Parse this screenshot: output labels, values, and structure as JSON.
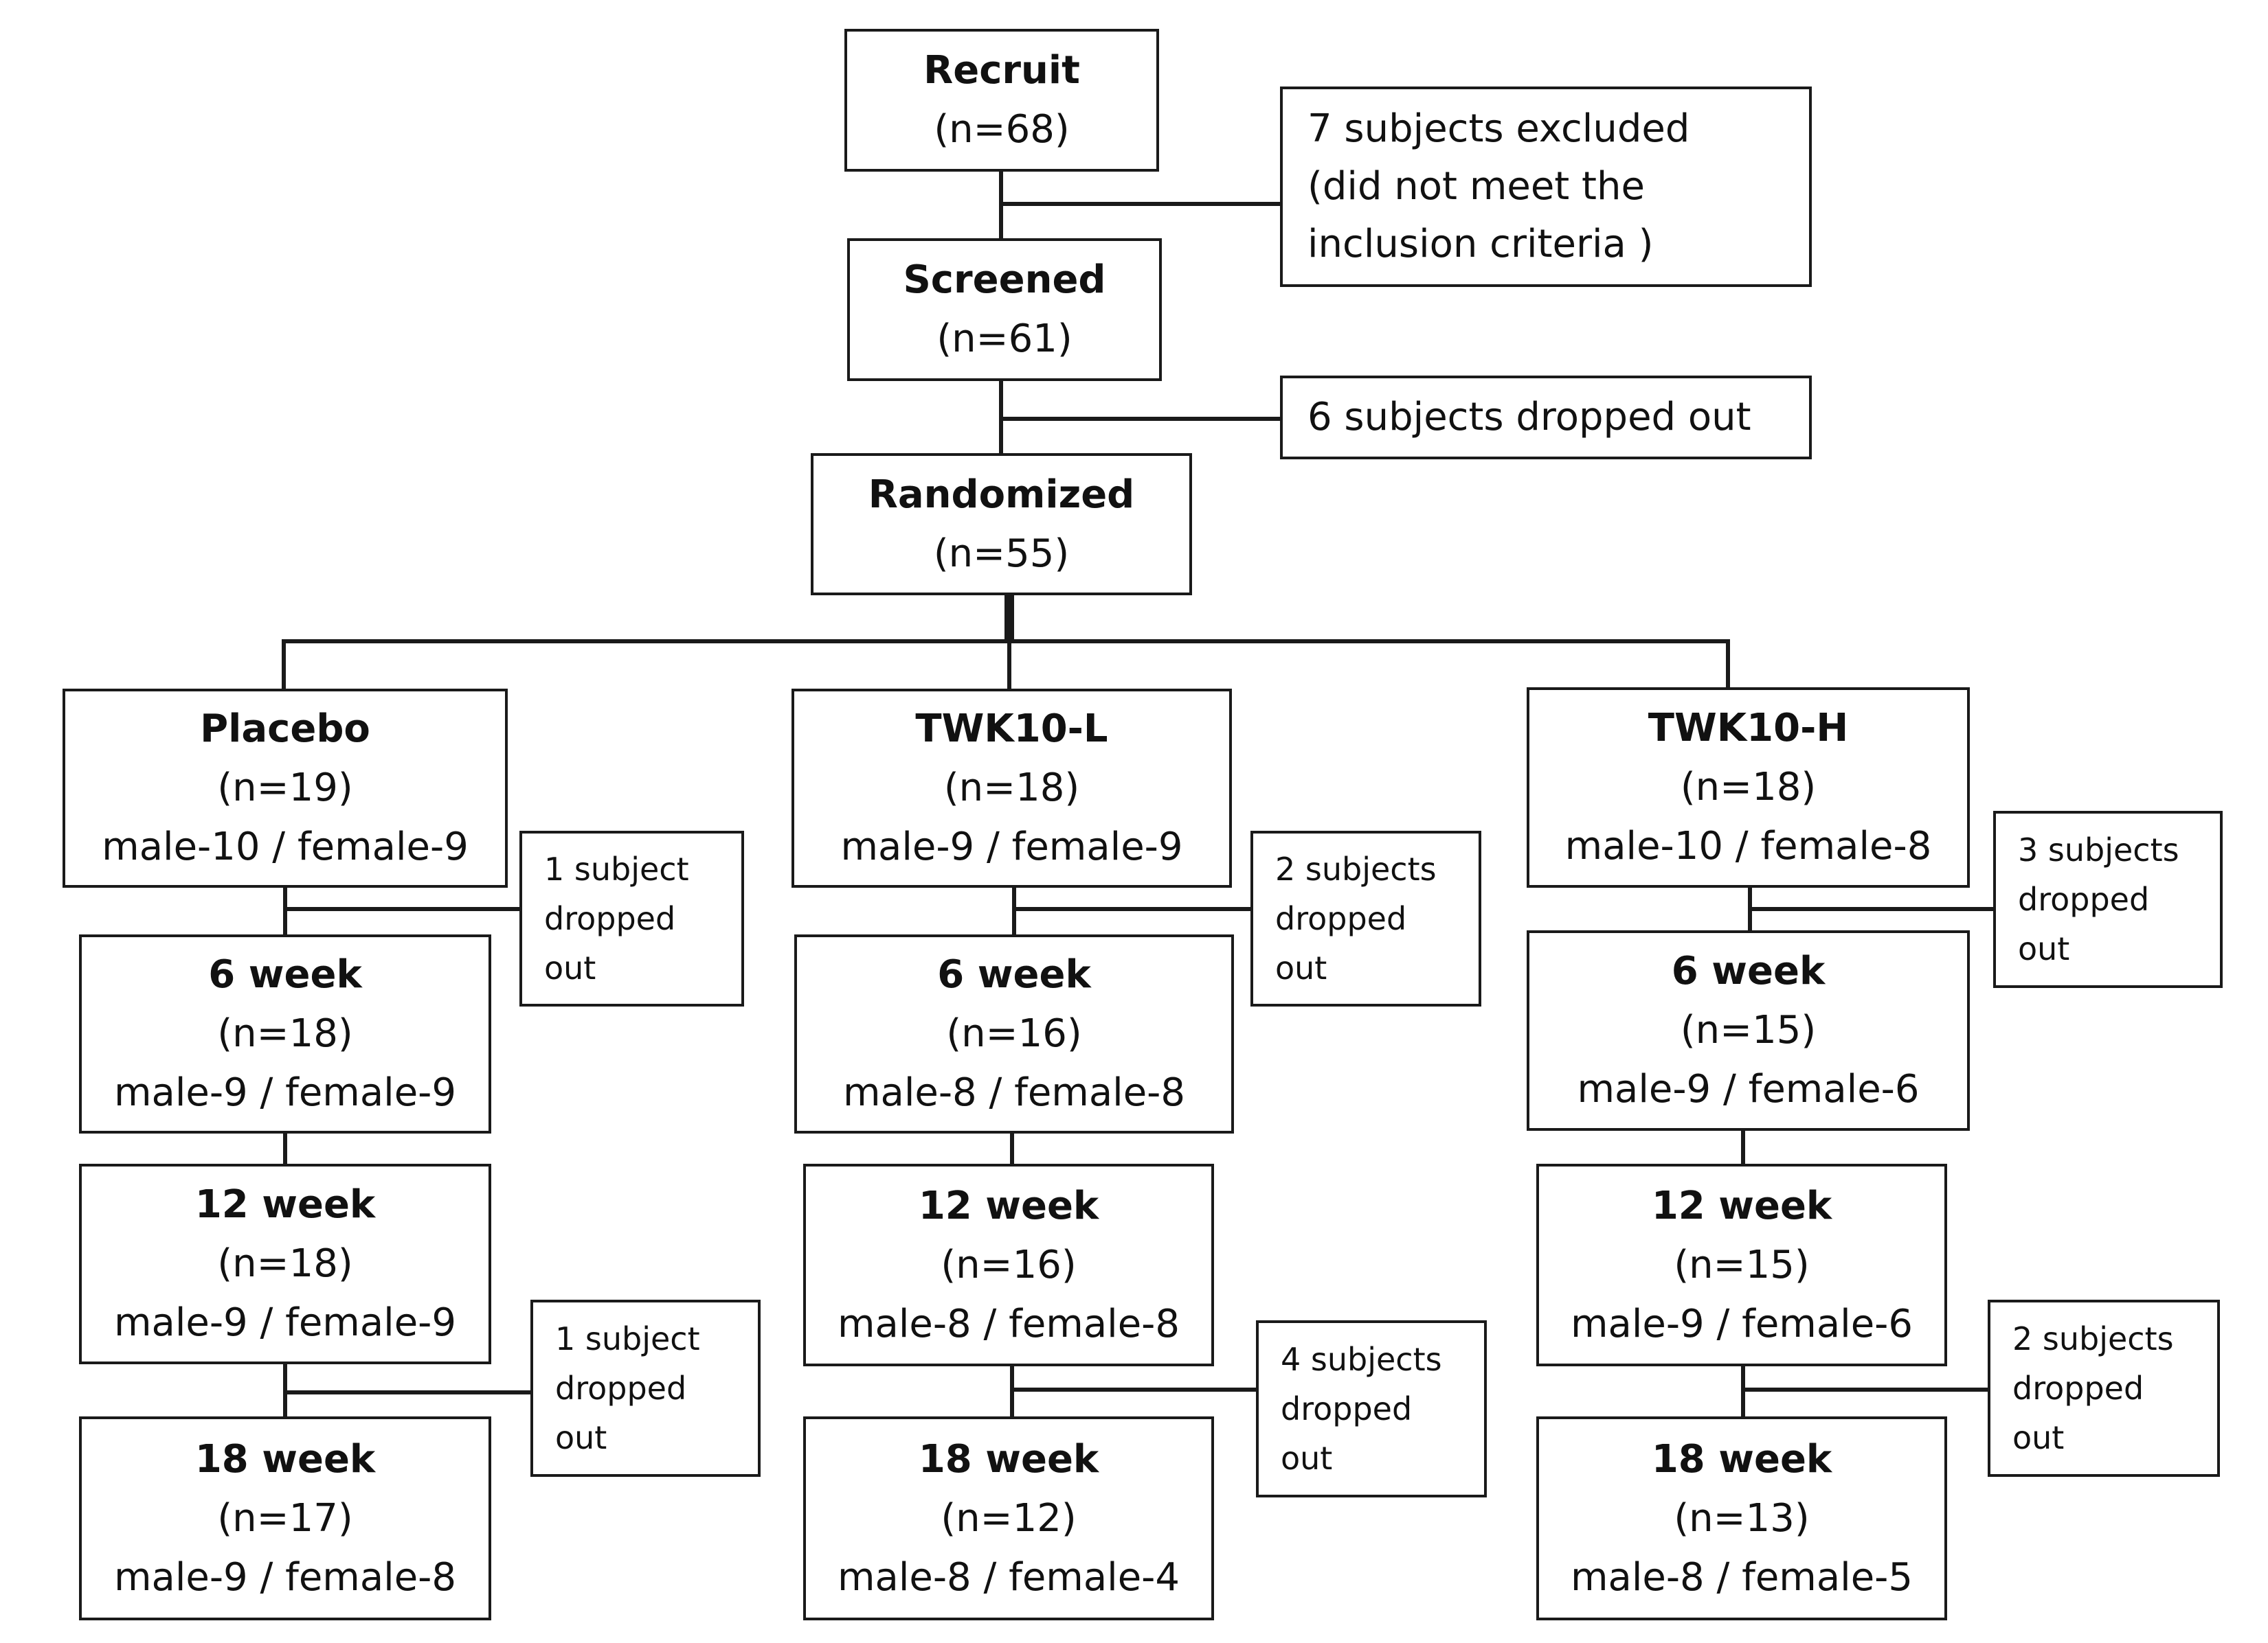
{
  "recruit": {
    "title": "Recruit",
    "n": "(n=68)"
  },
  "screened": {
    "title": "Screened",
    "n": "(n=61)"
  },
  "randomized": {
    "title": "Randomized",
    "n": "(n=55)"
  },
  "excluded_note": {
    "line1": "7 subjects excluded",
    "line2": "(did not meet the",
    "line3": "inclusion criteria )"
  },
  "dropped_note": {
    "line1": "6 subjects dropped out"
  },
  "arms": [
    {
      "name": "Placebo",
      "n": "(n=19)",
      "sex": "male-10 / female-9",
      "drop1": [
        "1 subject",
        "dropped",
        "out"
      ],
      "week6": {
        "title": "6 week",
        "n": "(n=18)",
        "sex": "male-9 / female-9"
      },
      "week12": {
        "title": "12 week",
        "n": "(n=18)",
        "sex": "male-9 / female-9"
      },
      "drop2": [
        "1 subject",
        "dropped",
        "out"
      ],
      "week18": {
        "title": "18 week",
        "n": "(n=17)",
        "sex": "male-9 / female-8"
      }
    },
    {
      "name": "TWK10-L",
      "n": "(n=18)",
      "sex": "male-9 / female-9",
      "drop1": [
        "2 subjects",
        "dropped",
        "out"
      ],
      "week6": {
        "title": "6 week",
        "n": "(n=16)",
        "sex": "male-8 / female-8"
      },
      "week12": {
        "title": "12 week",
        "n": "(n=16)",
        "sex": "male-8 / female-8"
      },
      "drop2": [
        "4 subjects",
        "dropped",
        "out"
      ],
      "week18": {
        "title": "18 week",
        "n": "(n=12)",
        "sex": "male-8 / female-4"
      }
    },
    {
      "name": "TWK10-H",
      "n": "(n=18)",
      "sex": "male-10 / female-8",
      "drop1": [
        "3 subjects",
        "dropped",
        "out"
      ],
      "week6": {
        "title": "6 week",
        "n": "(n=15)",
        "sex": "male-9 / female-6"
      },
      "week12": {
        "title": "12 week",
        "n": "(n=15)",
        "sex": "male-9 / female-6"
      },
      "drop2": [
        "2 subjects",
        "dropped",
        "out"
      ],
      "week18": {
        "title": "18 week",
        "n": "(n=13)",
        "sex": "male-8 / female-5"
      }
    }
  ]
}
